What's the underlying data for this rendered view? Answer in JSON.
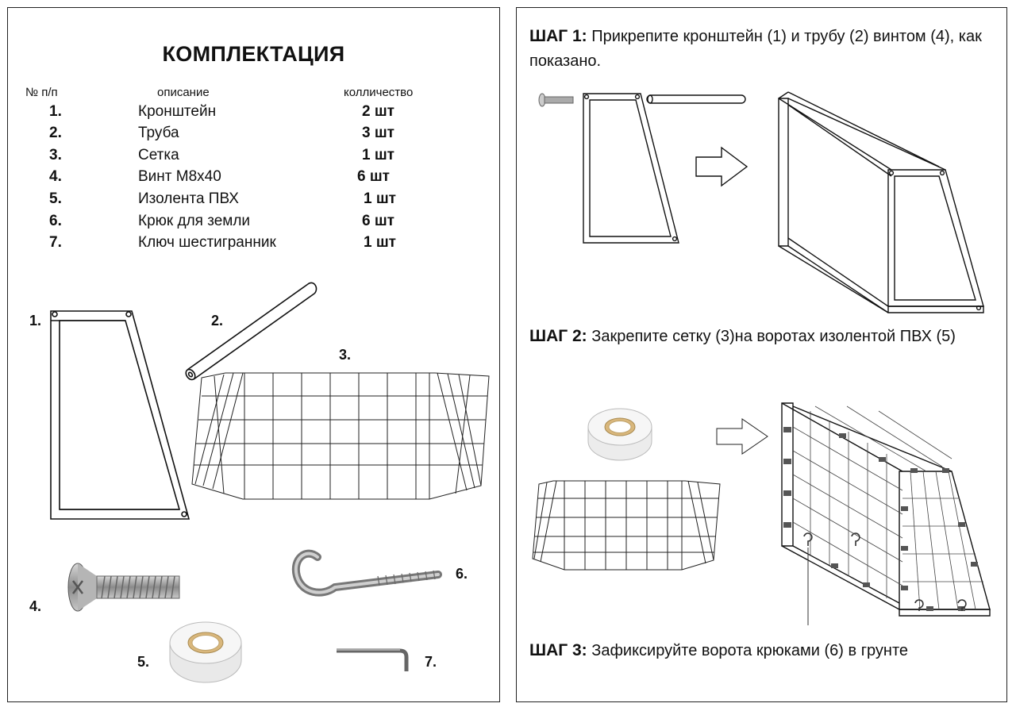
{
  "left": {
    "title": "КОМПЛЕКТАЦИЯ",
    "headers": {
      "num": "№ п/п",
      "desc": "описание",
      "qty": "колличество"
    },
    "items": [
      {
        "num": "1.",
        "desc": "Кронштейн",
        "qty": "2 шт"
      },
      {
        "num": "2.",
        "desc": "Труба",
        "qty": "3 шт"
      },
      {
        "num": "3.",
        "desc": "Сетка",
        "qty": "1 шт"
      },
      {
        "num": "4.",
        "desc": "Винт М8х40",
        "qty": "6 шт"
      },
      {
        "num": "5.",
        "desc": "Изолента ПВХ",
        "qty": "1 шт"
      },
      {
        "num": "6.",
        "desc": "Крюк для земли",
        "qty": "6 шт"
      },
      {
        "num": "7.",
        "desc": "Ключ шестигранник",
        "qty": "1 шт"
      }
    ],
    "figure_labels": {
      "bracket": "1.",
      "pipe": "2.",
      "net": "3.",
      "screw": "4.",
      "tape": "5.",
      "hook": "6.",
      "key": "7."
    }
  },
  "right": {
    "step1": {
      "label": "ШАГ 1:",
      "text": "Прикрепите кронштейн (1) и трубу (2) винтом (4), как показано."
    },
    "step2": {
      "label": "ШАГ 2:",
      "text": "Закрепите сетку (3)на воротах изолентой ПВХ (5)"
    },
    "step3": {
      "label": "ШАГ 3:",
      "text": "Зафиксируйте ворота крюками (6) в грунте"
    }
  }
}
